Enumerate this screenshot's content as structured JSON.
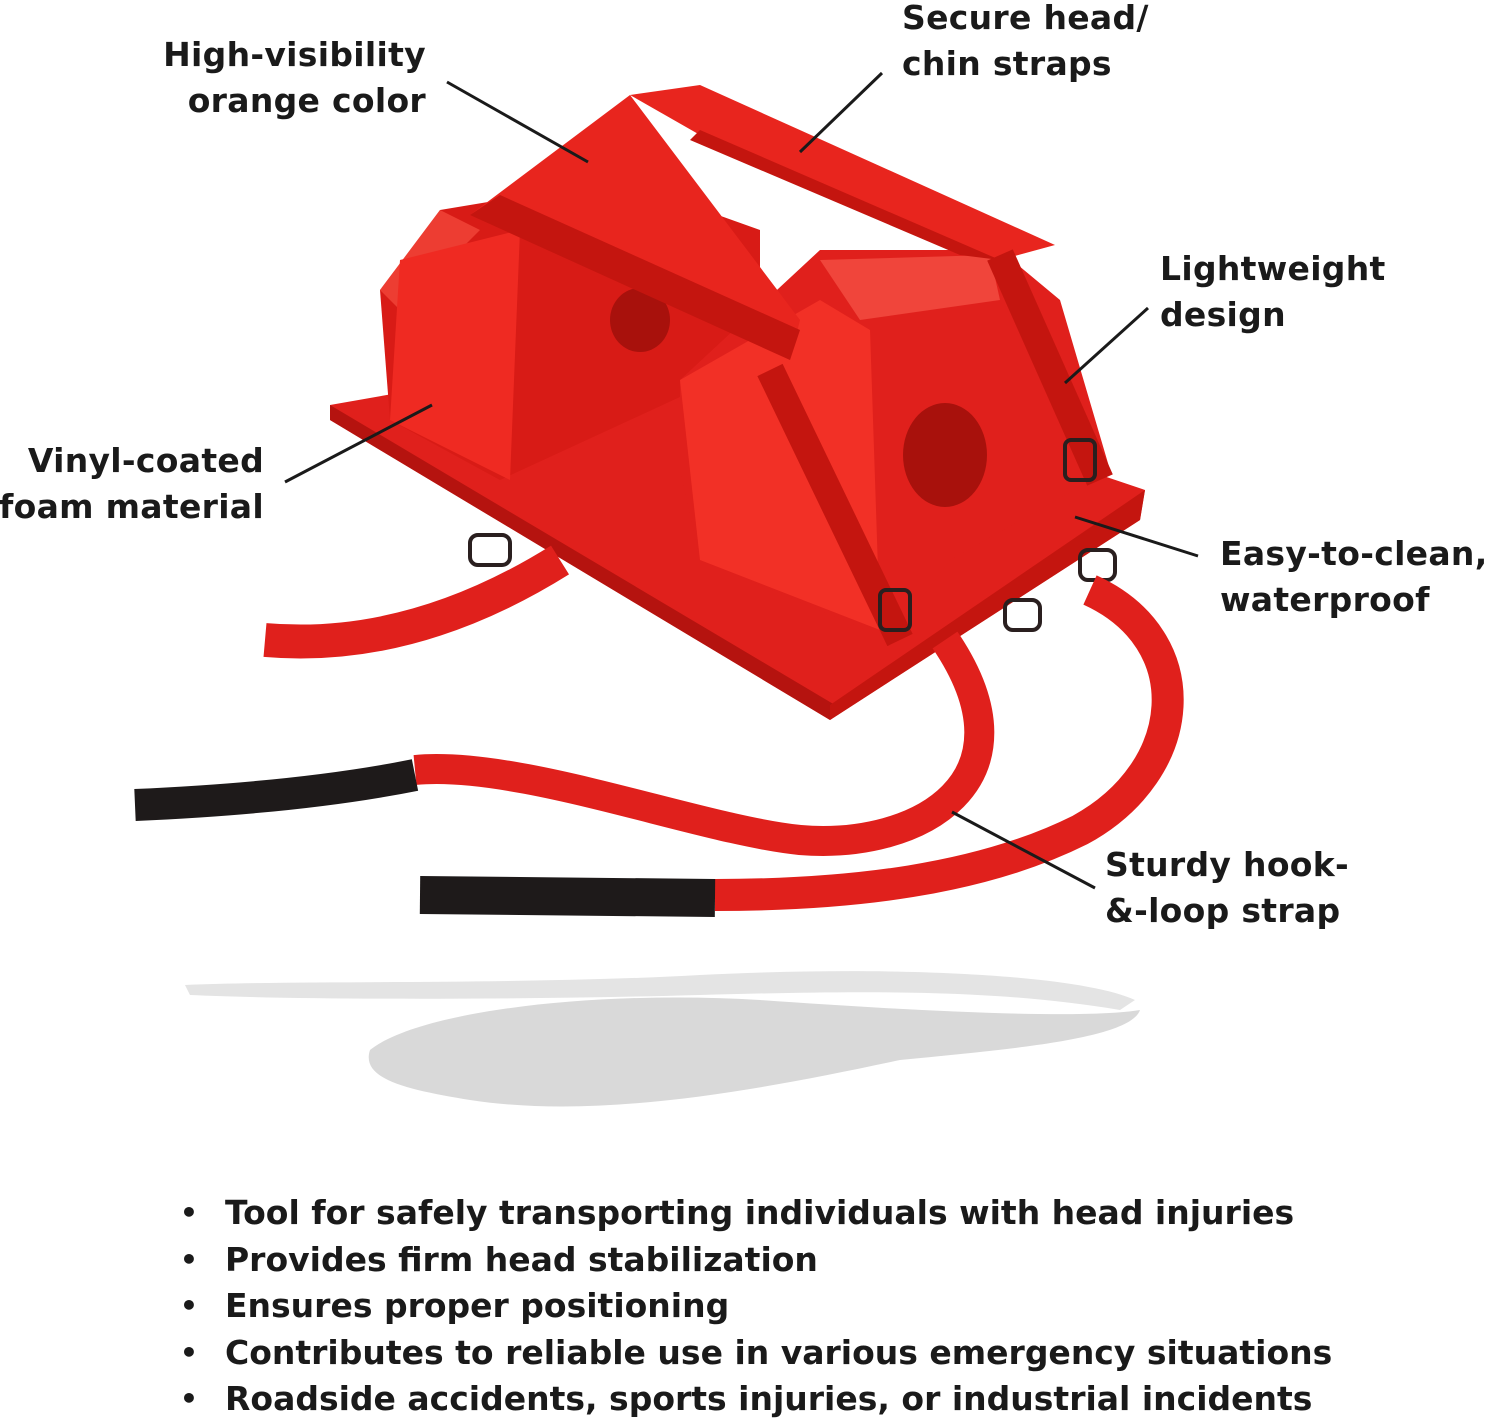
{
  "callouts": {
    "high_visibility": [
      "High-visibility",
      "orange color"
    ],
    "secure_straps": [
      "Secure head/",
      "chin straps"
    ],
    "lightweight": [
      "Lightweight",
      "design"
    ],
    "vinyl_coated": [
      "Vinyl-coated",
      "foam material"
    ],
    "easy_clean": [
      "Easy-to-clean,",
      "waterproof"
    ],
    "sturdy_strap": [
      "Sturdy hook-",
      "&-loop strap"
    ]
  },
  "features": [
    "Tool for safely transporting individuals with head injuries",
    "Provides firm head stabilization",
    "Ensures proper positioning",
    "Contributes to reliable use in various emergency situations",
    "Roadside accidents, sports injuries, or industrial incidents"
  ],
  "colors": {
    "product_red": "#e0201c",
    "product_shadow": "#b5130f",
    "product_highlight": "#ff5a4a",
    "strap_end": "#1e1a1a",
    "text": "#1a1a1a",
    "shadow": "#d6d6d6"
  }
}
